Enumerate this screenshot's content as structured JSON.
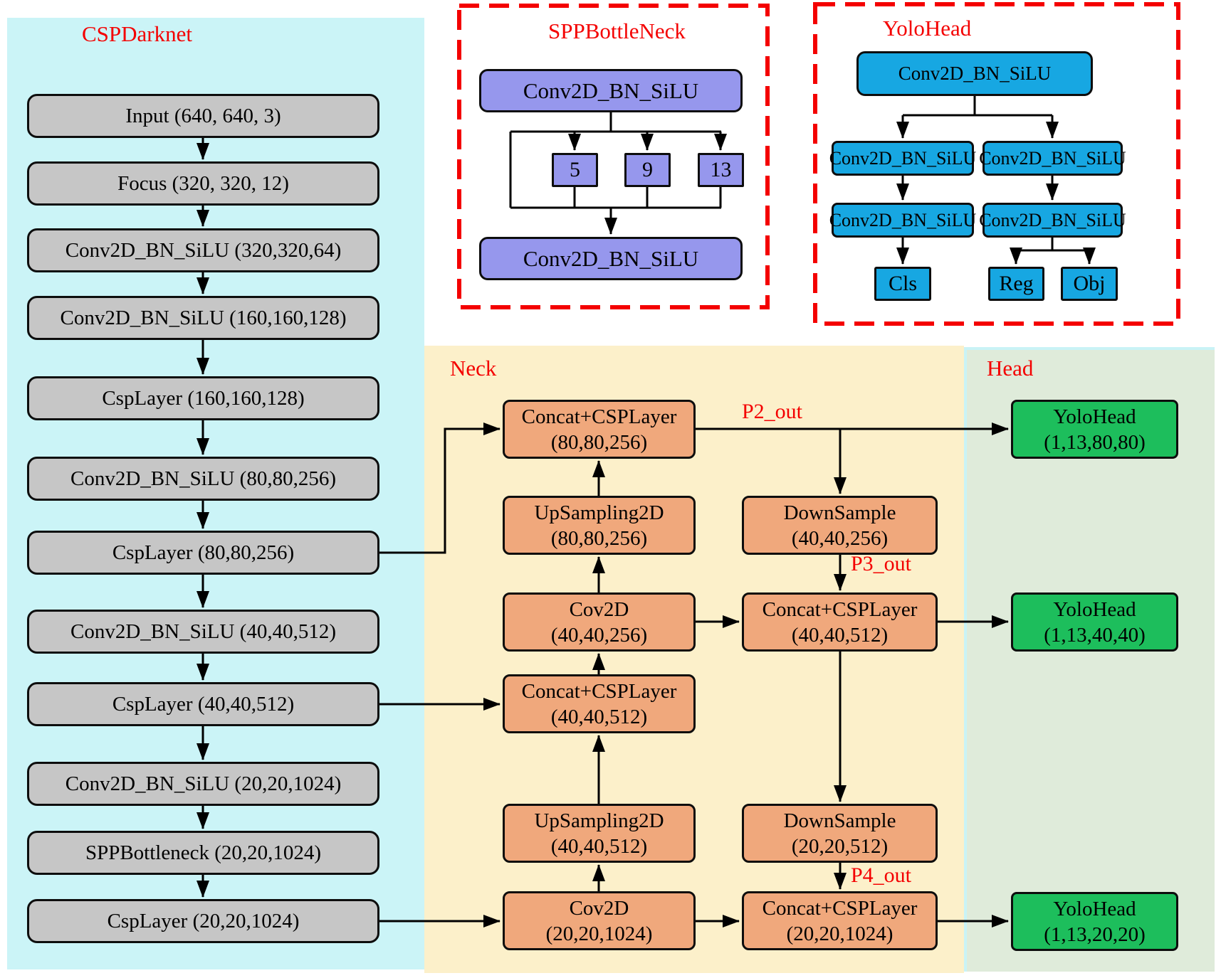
{
  "backbone": {
    "title": "CSPDarknet",
    "nodes": [
      "Input (640, 640, 3)",
      "Focus (320, 320, 12)",
      "Conv2D_BN_SiLU (320,320,64)",
      "Conv2D_BN_SiLU (160,160,128)",
      "CspLayer (160,160,128)",
      "Conv2D_BN_SiLU (80,80,256)",
      "CspLayer (80,80,256)",
      "Conv2D_BN_SiLU (40,40,512)",
      "CspLayer (40,40,512)",
      "Conv2D_BN_SiLU (20,20,1024)",
      "SPPBottleneck (20,20,1024)",
      "CspLayer (20,20,1024)"
    ]
  },
  "spp": {
    "title": "SPPBottleNeck",
    "conv_top": "Conv2D_BN_SiLU",
    "kernels": [
      "5",
      "9",
      "13"
    ],
    "conv_bottom": "Conv2D_BN_SiLU"
  },
  "yolohead_detail": {
    "title": "YoloHead",
    "root": "Conv2D_BN_SiLU",
    "left_conv1": "Conv2D_BN_SiLU",
    "left_conv2": "Conv2D_BN_SiLU",
    "right_conv1": "Conv2D_BN_SiLU",
    "right_conv2": "Conv2D_BN_SiLU",
    "cls": "Cls",
    "reg": "Reg",
    "obj": "Obj"
  },
  "neck": {
    "title": "Neck",
    "concat_80": {
      "label": "Concat+CSPLayer",
      "dims": "(80,80,256)"
    },
    "upsample_80": {
      "label": "UpSampling2D",
      "dims": "(80,80,256)"
    },
    "downsample_40": {
      "label": "DownSample",
      "dims": "(40,40,256)"
    },
    "conv_40": {
      "label": "Cov2D",
      "dims": "(40,40,256)"
    },
    "concat_40_right": {
      "label": "Concat+CSPLayer",
      "dims": "(40,40,512)"
    },
    "concat_40_left": {
      "label": "Concat+CSPLayer",
      "dims": "(40,40,512)"
    },
    "upsample_40": {
      "label": "UpSampling2D",
      "dims": "(40,40,512)"
    },
    "downsample_20": {
      "label": "DownSample",
      "dims": "(20,20,512)"
    },
    "conv_20": {
      "label": "Cov2D",
      "dims": "(20,20,1024)"
    },
    "concat_20": {
      "label": "Concat+CSPLayer",
      "dims": "(20,20,1024)"
    }
  },
  "head": {
    "title": "Head",
    "yolohead_80": {
      "label": "YoloHead",
      "dims": "(1,13,80,80)"
    },
    "yolohead_40": {
      "label": "YoloHead",
      "dims": "(1,13,40,40)"
    },
    "yolohead_20": {
      "label": "YoloHead",
      "dims": "(1,13,20,20)"
    }
  },
  "labels": {
    "p2_out": "P2_out",
    "p3_out": "P3_out",
    "p4_out": "P4_out"
  },
  "colors": {
    "backbone_panel": "#CBF4F7",
    "neck_panel": "#FCF0CA",
    "head_panel": "#DFEBDA",
    "backbone_box": "#C6C6C6",
    "spp_box": "#9697ED",
    "yolohead_box": "#17A7E2",
    "neck_box": "#F0A87C",
    "head_box": "#1DBE5C",
    "accent_red": "#F40000",
    "line_black": "#000000"
  }
}
